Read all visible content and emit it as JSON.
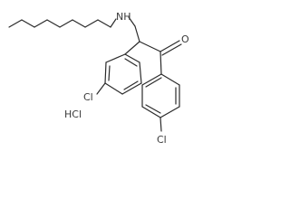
{
  "structure": {
    "atoms": {
      "amine": "NH",
      "carbonyl_oxygen": "O",
      "chlorine_left": "Cl",
      "chlorine_right": "Cl"
    },
    "salt": "HCl"
  }
}
